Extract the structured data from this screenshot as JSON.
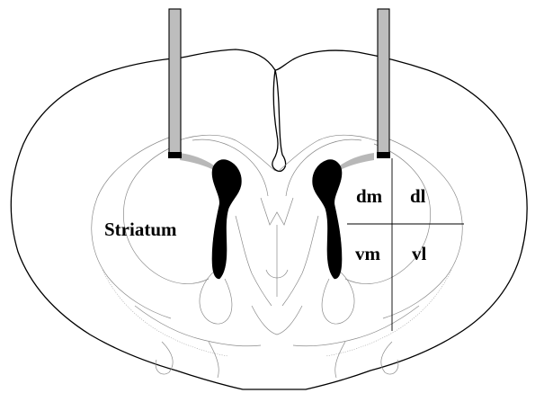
{
  "labels": {
    "striatum": "Striatum",
    "dm": "dm",
    "dl": "dl",
    "vm": "vm",
    "vl": "vl"
  },
  "colors": {
    "outline": "#000000",
    "probe_fill": "#bdbdbd",
    "ventricle": "#000000",
    "faint_lines": "#8a8a8a"
  }
}
